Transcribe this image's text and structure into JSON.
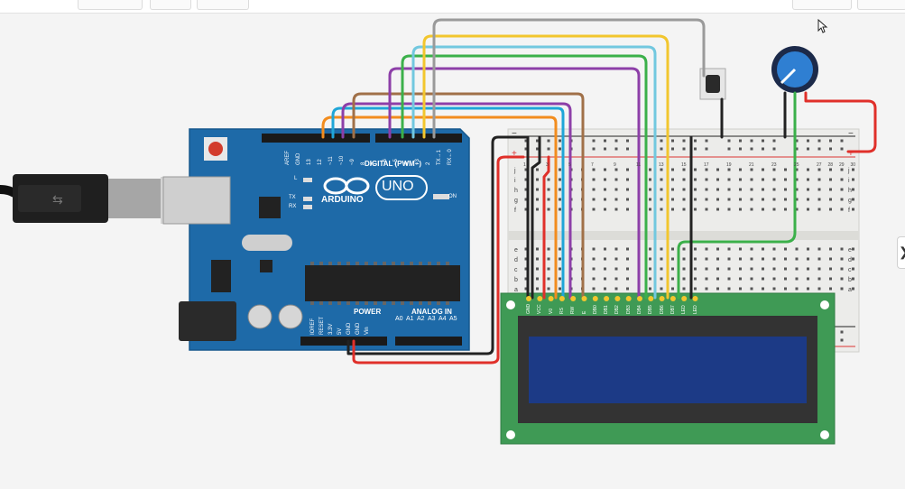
{
  "toolbar": {
    "icons": [
      "rotate-icon",
      "flip-icon",
      "delete-icon"
    ],
    "buttons": [
      "toolbar-button",
      "toolbar-button",
      "toolbar-button",
      "toolbar-button"
    ]
  },
  "arduino": {
    "logo": "ARDUINO",
    "model": "UNO",
    "digital_label": "DIGITAL (PWM~)",
    "power_label": "POWER",
    "analog_label": "ANALOG IN",
    "on_label": "ON",
    "l_label": "L",
    "tx_label": "TX",
    "rx_label": "RX",
    "digital_pins": [
      "AREF",
      "GND",
      "13",
      "12",
      "~11",
      "~10",
      "~9",
      "8",
      "7",
      "~6",
      "~5",
      "4",
      "~3",
      "2",
      "TX→1",
      "RX←0"
    ],
    "power_pins": [
      "IOREF",
      "RESET",
      "3.3V",
      "5V",
      "GND",
      "GND",
      "Vin"
    ],
    "analog_pins": [
      "A0",
      "A1",
      "A2",
      "A3",
      "A4",
      "A5"
    ]
  },
  "breadboard": {
    "columns_top": [
      "1",
      "",
      "3",
      "",
      "5",
      "",
      "7",
      "",
      "9",
      "",
      "11",
      "",
      "13",
      "",
      "15",
      "",
      "17",
      "",
      "19",
      "",
      "21",
      "",
      "23",
      "",
      "25",
      "",
      "27",
      "28",
      "29",
      "30"
    ],
    "rows_left": [
      "j",
      "i",
      "h",
      "g",
      "f",
      "e",
      "d",
      "c",
      "b",
      "a"
    ],
    "rows_right": [
      "j",
      "i",
      "h",
      "g",
      "f",
      "e",
      "d",
      "c",
      "b",
      "a"
    ],
    "rail_plus": "+",
    "rail_minus": "−"
  },
  "lcd": {
    "pin_labels": [
      "GND",
      "VCC",
      "V0",
      "RS",
      "RW",
      "E",
      "DB0",
      "DB1",
      "DB2",
      "DB3",
      "DB4",
      "DB5",
      "DB6",
      "DB7",
      "LED",
      "LED"
    ]
  },
  "colors": {
    "arduino_blue": "#1e6aa8",
    "breadboard": "#ececea",
    "lcd_pcb": "#3f9a55",
    "lcd_screen": "#1c3a86",
    "wire_orange": "#f28c1e",
    "wire_cyan": "#1fa6d8",
    "wire_purple": "#8d3fa8",
    "wire_brown": "#a07048",
    "wire_green": "#3bb04a",
    "wire_lightblue": "#72c8df",
    "wire_yellow": "#f2c62e",
    "wire_gray": "#9a9a9a",
    "wire_red": "#e0302a",
    "wire_black": "#222222"
  },
  "side_tab": {
    "label": "❯"
  }
}
